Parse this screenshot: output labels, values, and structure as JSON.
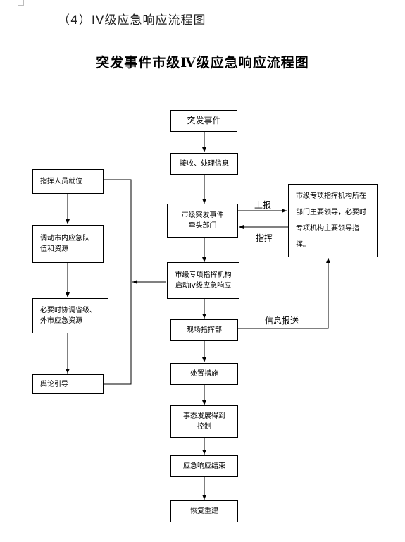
{
  "heading": "（4）IV级应急响应流程图",
  "title": "突发事件市级Ⅳ级应急响应流程图",
  "main_flow": {
    "event": "突发事件",
    "receive": "接收、处理信息",
    "lead_dept": "市级突发事件\n牵头部门",
    "command_launch": "市级专项指挥机构\n启动Ⅳ级应急响应",
    "field_command": "现场指挥部",
    "measures": "处置措施",
    "controlled": "事态发展得到\n控制",
    "response_end": "应急响应结束",
    "recovery": "恢复重建"
  },
  "left_flow": {
    "commanders_in_place": "指挥人员就位",
    "dispatch_resources": "调动市内应急队\n伍和资源",
    "coordinate": "必要时协调省级、\n外市应急资源",
    "public_opinion": "舆论引导"
  },
  "right_box": "市级专项指挥机构所在部门主要领导，必要时专项机构主要领导指挥。",
  "edge_labels": {
    "report_up": "上报",
    "command": "指挥",
    "info_report": "信息报送"
  }
}
